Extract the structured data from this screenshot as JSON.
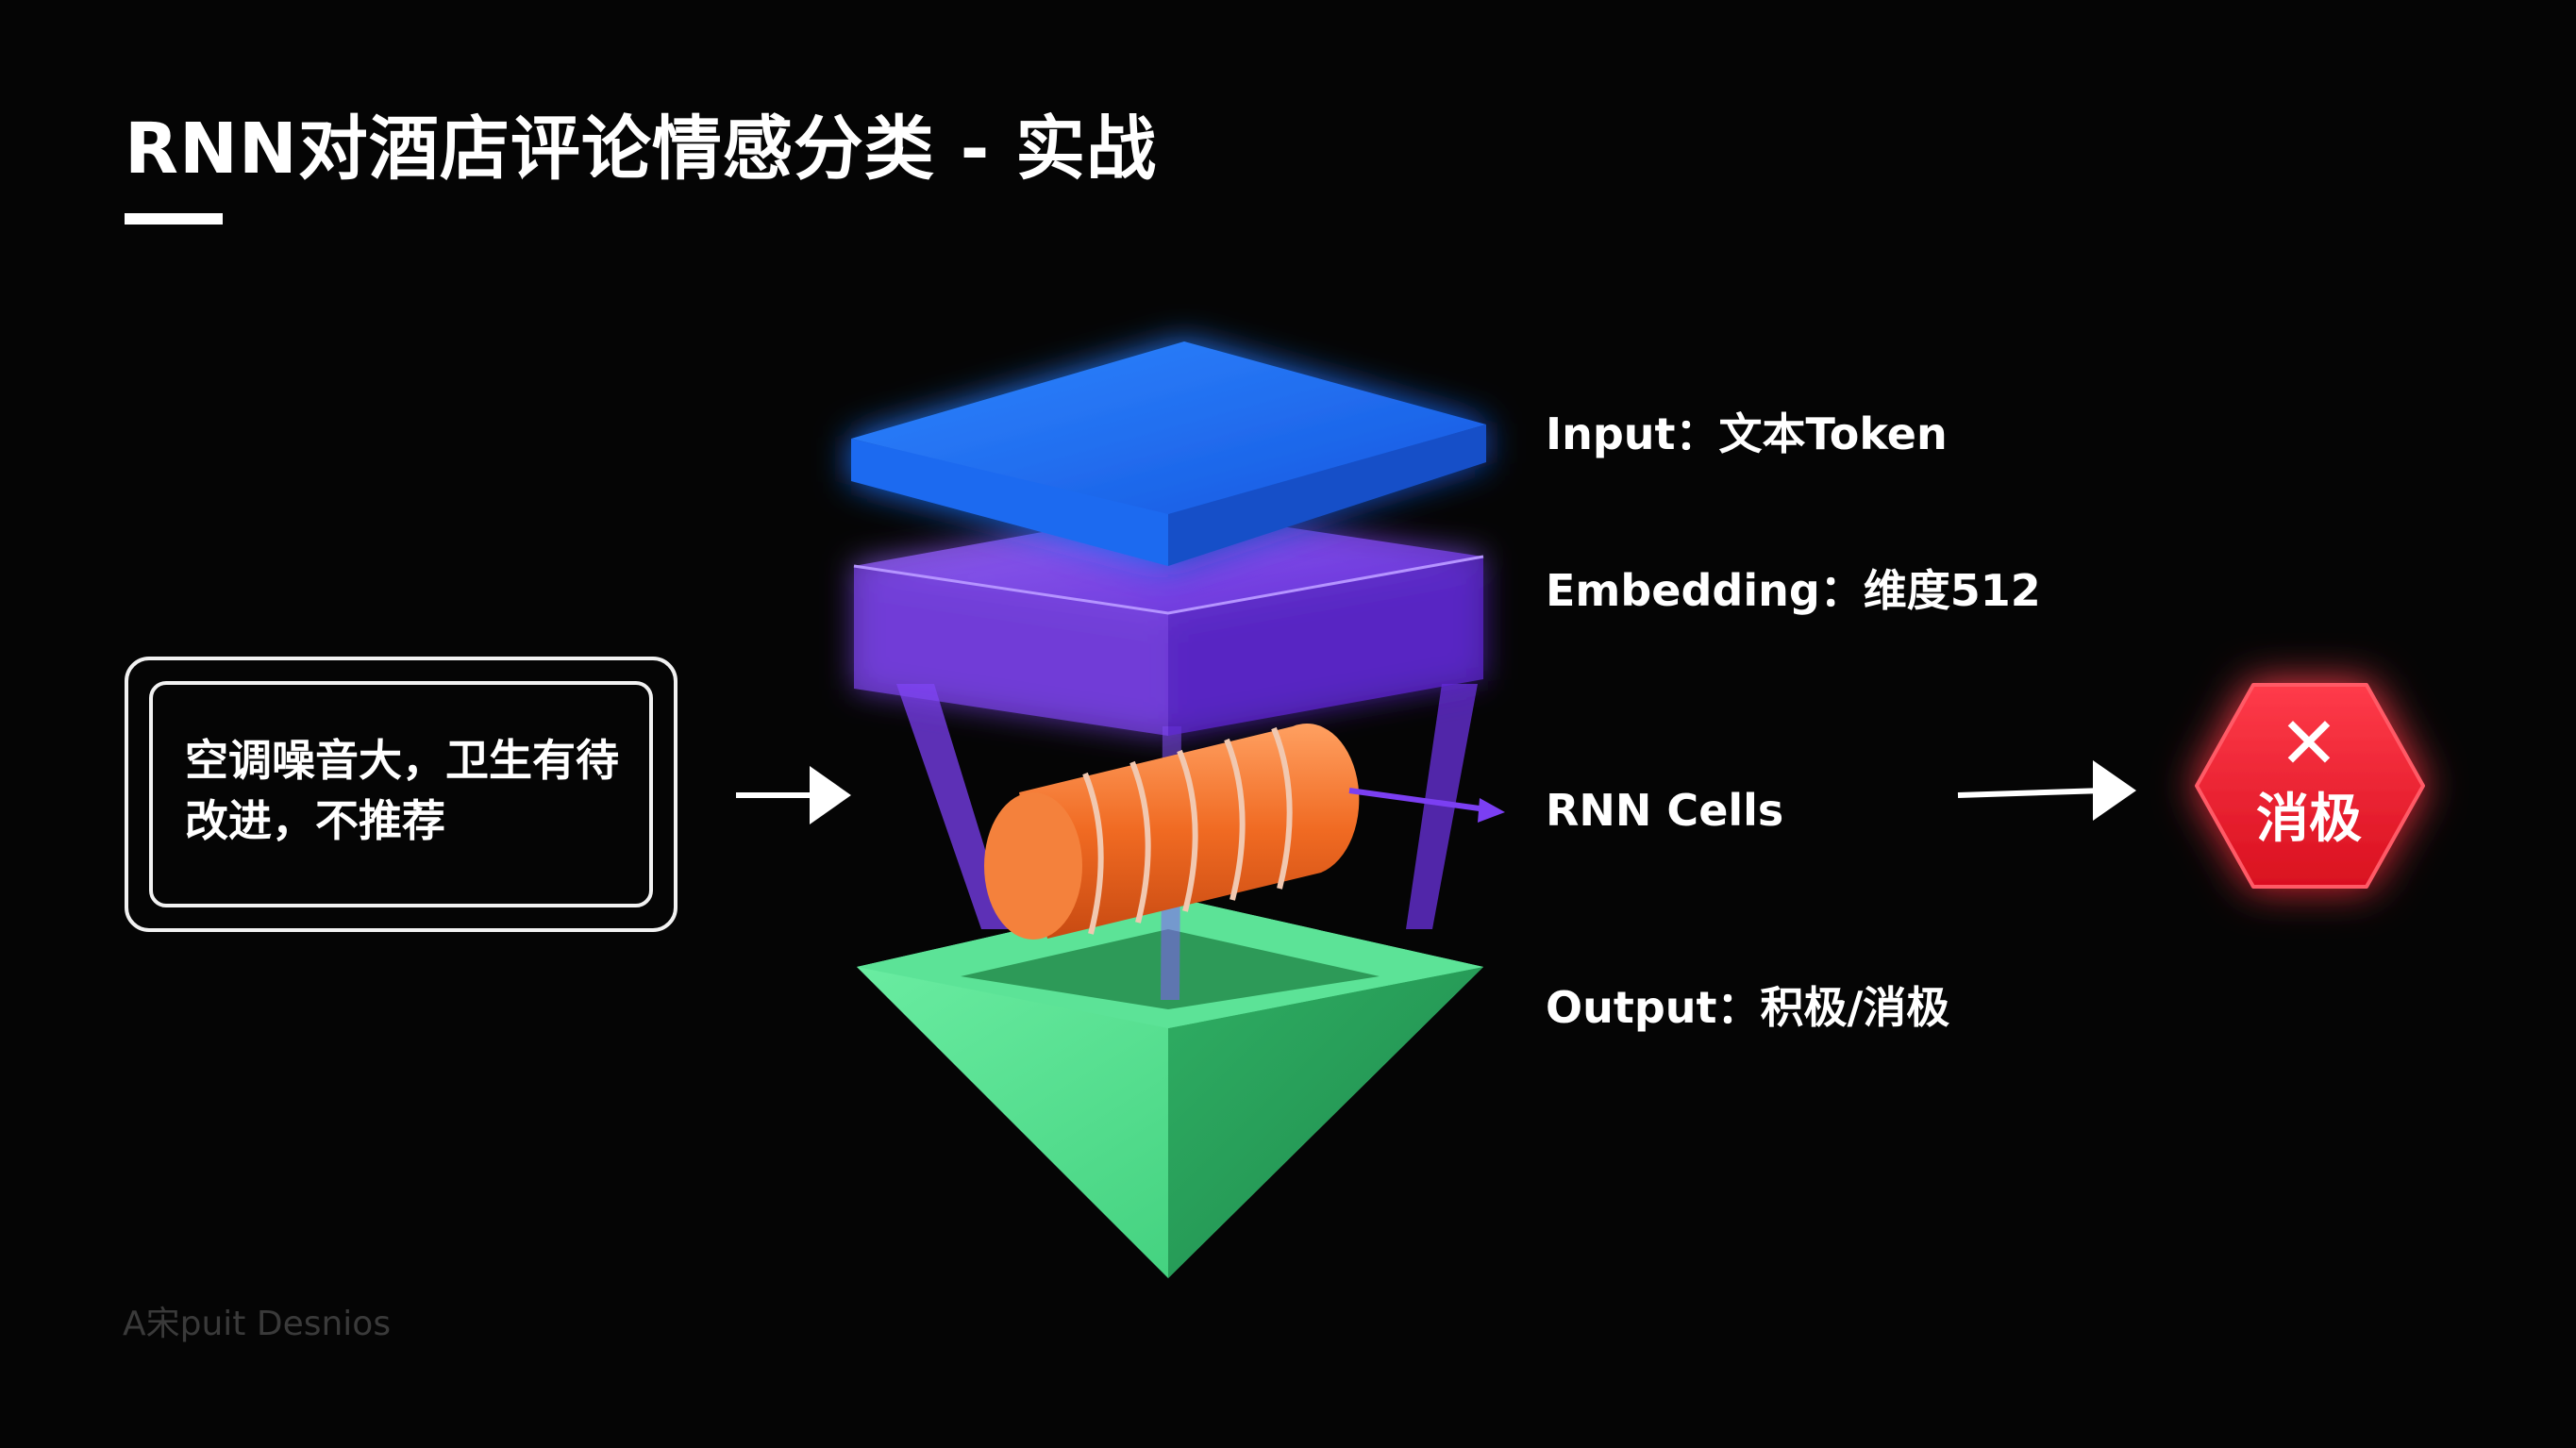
{
  "slide": {
    "title": "RNN对酒店评论情感分类 - 实战",
    "review_text": "空调噪音大，卫生有待改进，不推荐",
    "layers": [
      {
        "label": "Input：文本Token"
      },
      {
        "label": "Embedding：维度512"
      },
      {
        "label": "RNN Cells"
      },
      {
        "label": "Output：积极/消极"
      }
    ],
    "result": {
      "icon": "✕",
      "label": "消极"
    },
    "watermark": "A宋puit Desnios"
  },
  "colors": {
    "background": "#050505",
    "input_layer": "#1f6cf5",
    "embedding_layer": "#7b3ff2",
    "rnn_cell": "#f06a22",
    "output_layer": "#3fd67f",
    "negative_badge": "#e8192c",
    "text": "#ffffff"
  },
  "icons": [
    "right-arrow-icon",
    "close-icon"
  ]
}
